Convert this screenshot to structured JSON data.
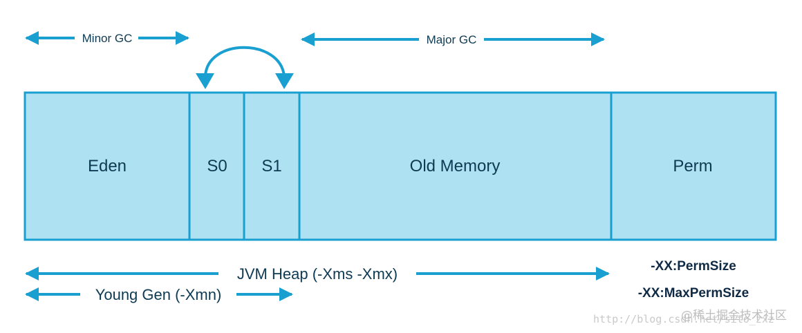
{
  "diagram": {
    "regions": {
      "eden": "Eden",
      "s0": "S0",
      "s1": "S1",
      "old": "Old Memory",
      "perm": "Perm"
    },
    "arrows": {
      "minor_gc": "Minor GC",
      "major_gc": "Major GC",
      "jvm_heap": "JVM Heap (-Xms -Xmx)",
      "young_gen": "Young Gen (-Xmn)"
    },
    "perm_flags": {
      "perm_size": "-XX:PermSize",
      "max_perm_size": "-XX:MaxPermSize"
    }
  },
  "watermark": {
    "url": "http://blog.csdn.net/sito_zxz",
    "site": "@稀土掘金技术社区"
  },
  "colors": {
    "accent": "#1a9fd1",
    "fill": "#aee2f2",
    "text": "#0e3a52"
  }
}
